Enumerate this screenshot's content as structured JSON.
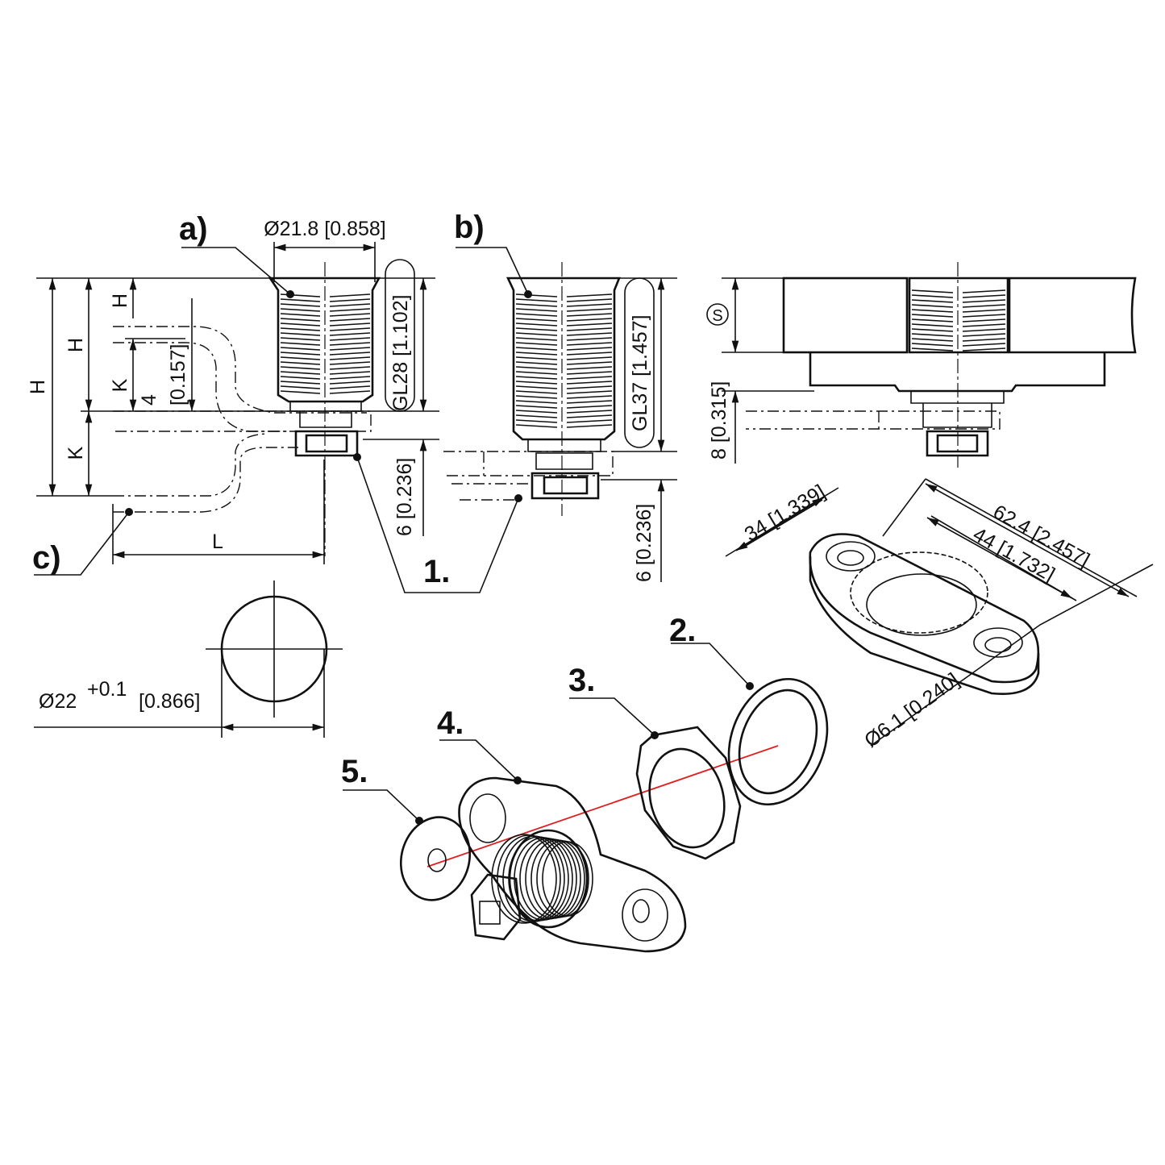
{
  "labels": {
    "a": "a)",
    "b": "b)",
    "c": "c)",
    "p1": "1.",
    "p2": "2.",
    "p3": "3.",
    "p4": "4.",
    "p5": "5."
  },
  "dims": {
    "dia_a": "Ø21.8 [0.858]",
    "gl28": "GL28 [1.102]",
    "gl37": "GL37 [1.457]",
    "h_outer": "H",
    "h_mid": "H",
    "h_top": "H",
    "k_lower": "K",
    "k_upper": "K",
    "four": "4",
    "four_in": "[0.157]",
    "six_a": "6 [0.236]",
    "six_b": "6 [0.236]",
    "l": "L",
    "s": "S",
    "eight": "8 [0.315]",
    "d34": "34 [1.339]",
    "d62": "62.4 [2.457]",
    "d44": "44 [1.732]",
    "d61": "Ø6.1 [0.240]",
    "hole_dia": "Ø22",
    "hole_tol": "+0.1",
    "hole_in": "[0.866]"
  },
  "colors": {
    "line": "#111111",
    "axis": "#e02020"
  }
}
